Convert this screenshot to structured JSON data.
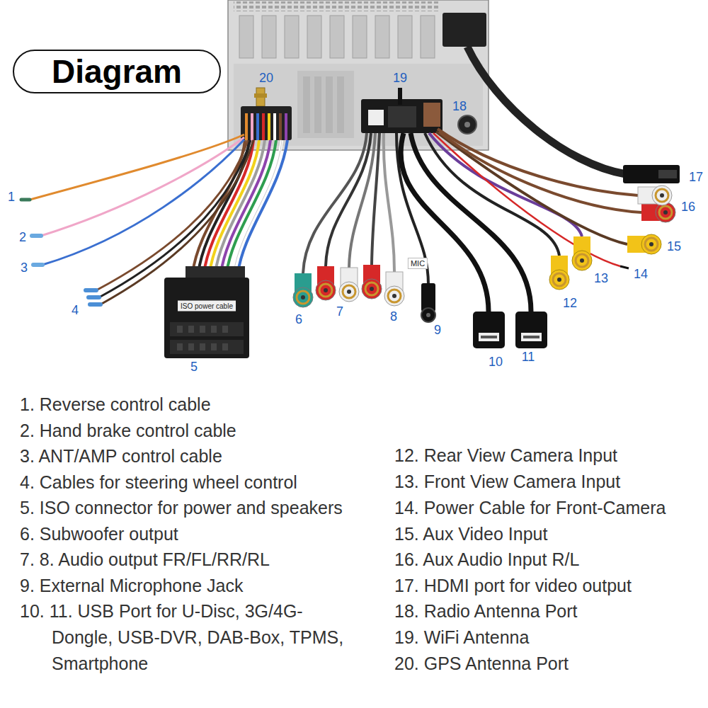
{
  "diagram": {
    "title": "Diagram",
    "labels": [
      "1",
      "2",
      "3",
      "4",
      "5",
      "6",
      "7",
      "8",
      "9",
      "10",
      "11",
      "12",
      "13",
      "14",
      "15",
      "16",
      "17",
      "18",
      "19",
      "20",
      "1. Reverse control cable",
      "2. Hand brake control cable",
      "3. ANT/AMP control cable",
      "4. Cables for steering wheel control",
      "5. ISO connector for power and speakers",
      "6. Subwoofer output",
      "7. 8. Audio output FR/FL/RR/RL",
      "9. External Microphone Jack",
      "10. 11. USB Port for U-Disc, 3G/4G-Dongle, USB-DVR, DAB-Box, TPMS, Smartphone",
      "12. Rear View Camera Input",
      "13. Front View Camera Input",
      "14. Power Cable for Front-Camera",
      "15. Aux Video Input",
      "16. Aux Audio Input R/L",
      "17. HDMI port for video output",
      "18. Radio Antenna Port",
      "19. WiFi Antenna",
      "20. GPS Antenna Port",
      "MIC",
      "ISO power cable"
    ]
  }
}
